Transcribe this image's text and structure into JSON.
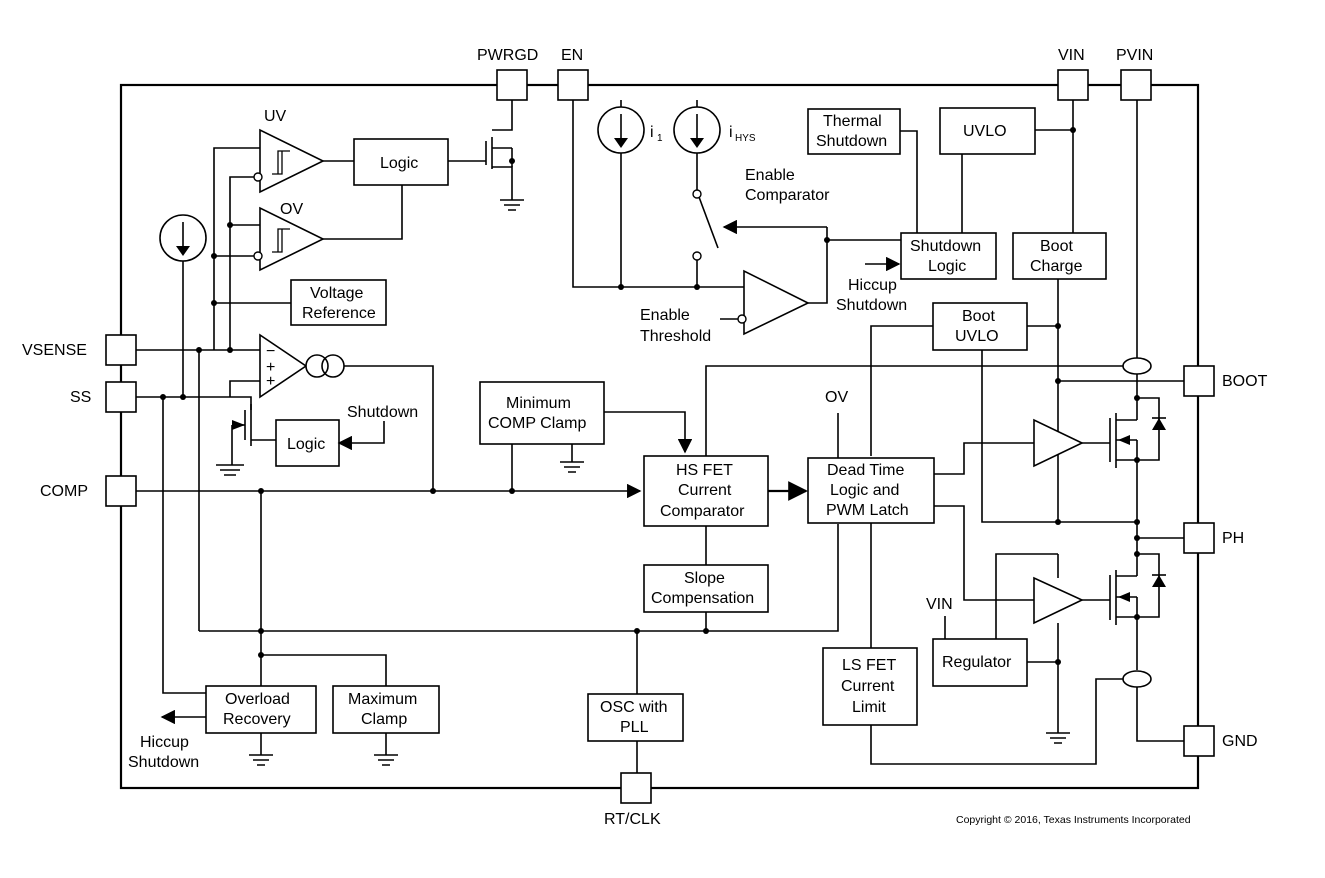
{
  "pins": {
    "pwrgd": "PWRGD",
    "en": "EN",
    "vin": "VIN",
    "pvin": "PVIN",
    "vsense": "VSENSE",
    "ss": "SS",
    "comp": "COMP",
    "boot": "BOOT",
    "ph": "PH",
    "gnd": "GND",
    "rtclk": "RT/CLK"
  },
  "blocks": {
    "logic_top": "Logic",
    "logic_ss": "Logic",
    "voltage_reference": [
      "Voltage",
      "Reference"
    ],
    "thermal_shutdown": [
      "Thermal",
      "Shutdown"
    ],
    "uvlo": "UVLO",
    "shutdown_logic": [
      "Shutdown",
      "Logic"
    ],
    "boot_charge": [
      "Boot",
      "Charge"
    ],
    "boot_uvlo": [
      "Boot",
      "UVLO"
    ],
    "min_comp_clamp": [
      "Minimum",
      "COMP Clamp"
    ],
    "hs_fet_comparator": [
      "HS FET",
      "Current",
      "Comparator"
    ],
    "dead_time_logic": [
      "Dead Time",
      "Logic and",
      "PWM Latch"
    ],
    "slope_compensation": [
      "Slope",
      "Compensation"
    ],
    "regulator": "Regulator",
    "ls_fet_current_limit": [
      "LS FET",
      "Current",
      "Limit"
    ],
    "osc_pll": [
      "OSC with",
      "PLL"
    ],
    "overload_recovery": [
      "Overload",
      "Recovery"
    ],
    "maximum_clamp": [
      "Maximum",
      "Clamp"
    ]
  },
  "labels": {
    "uv": "UV",
    "ov": "OV",
    "ov_input": "OV",
    "i1": "i",
    "i1_sub": "1",
    "ihys": "i",
    "ihys_sub": "HYS",
    "enable_comparator": [
      "Enable",
      "Comparator"
    ],
    "enable_threshold": [
      "Enable",
      "Threshold"
    ],
    "hiccup_shutdown_top": [
      "Hiccup",
      "Shutdown"
    ],
    "hiccup_shutdown_bottom": [
      "Hiccup",
      "Shutdown"
    ],
    "shutdown": "Shutdown",
    "vin_regulator": "VIN",
    "minus": "−",
    "plus1": "+",
    "plus2": "+"
  },
  "copyright": "Copyright © 2016, Texas Instruments Incorporated"
}
